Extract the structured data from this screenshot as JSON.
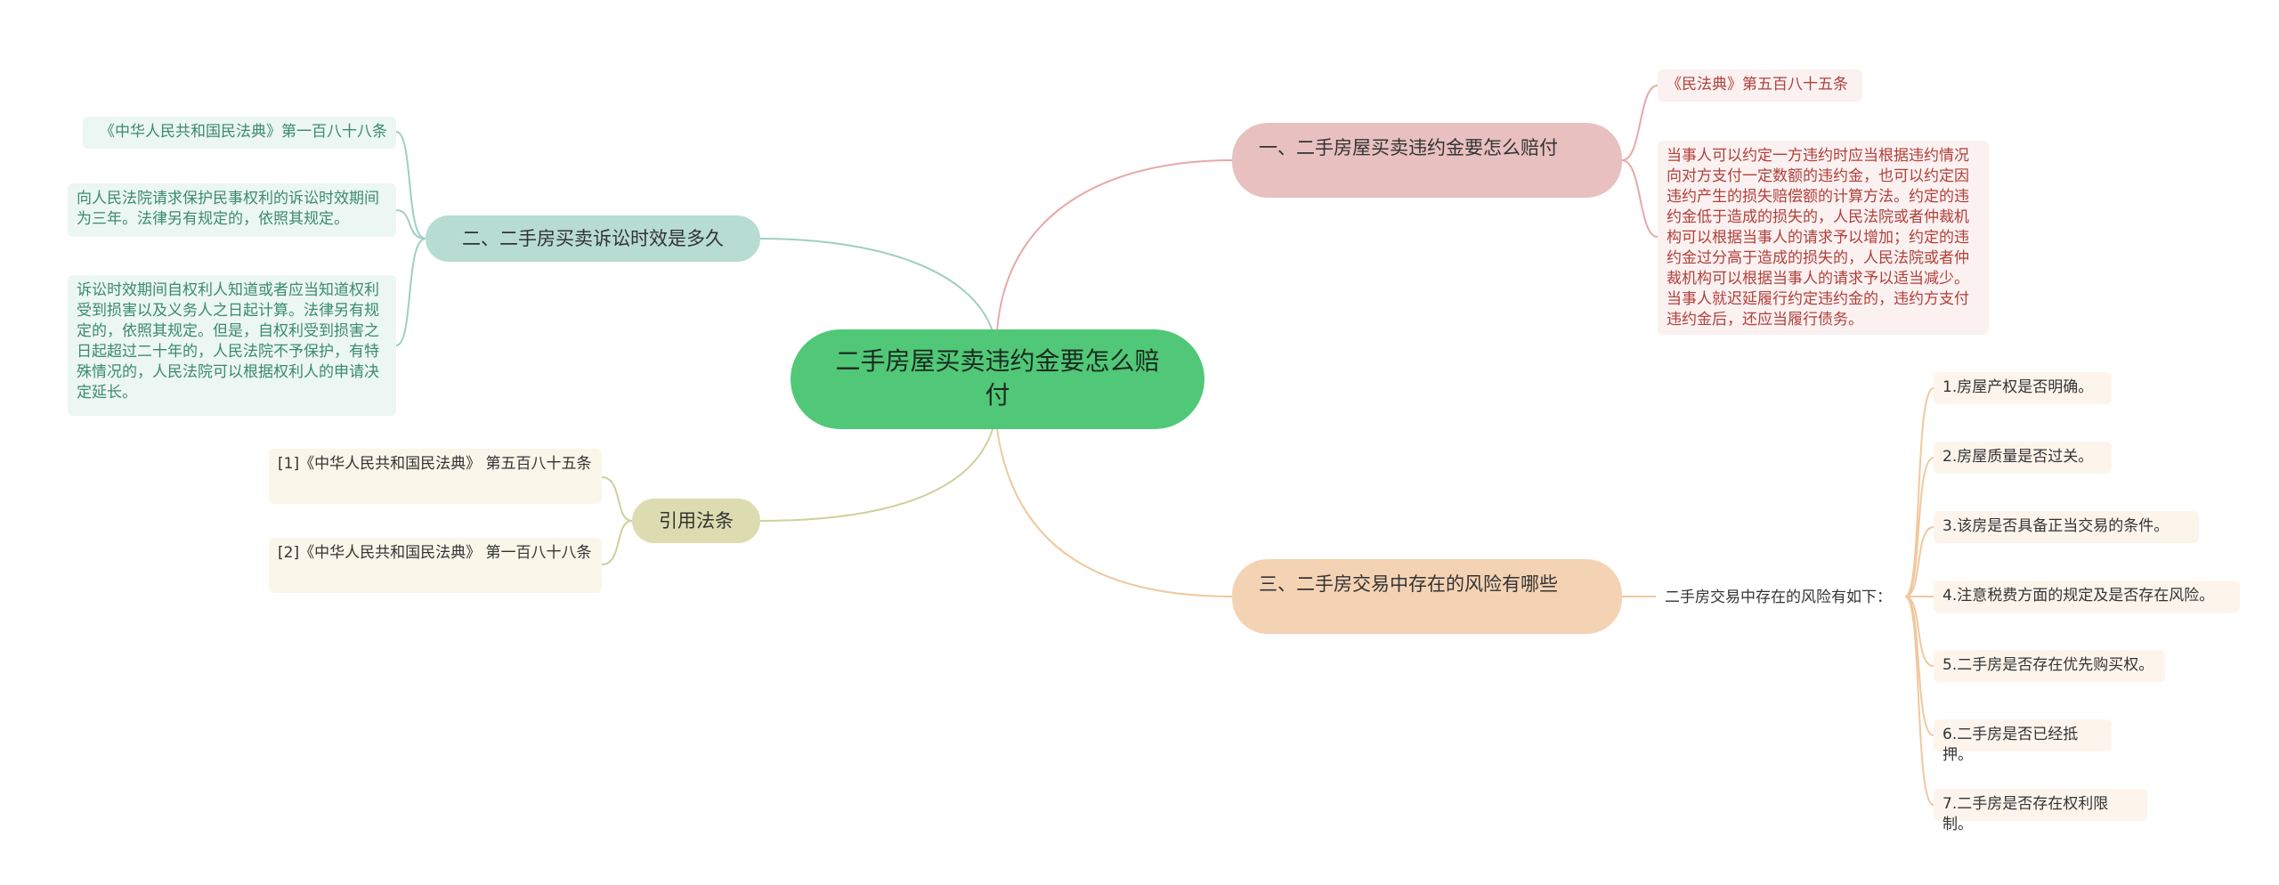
{
  "root": {
    "title": "二手房屋买卖违约金要怎么赔付"
  },
  "branch1": {
    "title": "一、二手房屋买卖违约金要怎么赔付",
    "leaves": [
      "《民法典》第五百八十五条",
      "当事人可以约定一方违约时应当根据违约情况向对方支付一定数额的违约金，也可以约定因违约产生的损失赔偿额的计算方法。约定的违约金低于造成的损失的，人民法院或者仲裁机构可以根据当事人的请求予以增加；约定的违约金过分高于造成的损失的，人民法院或者仲裁机构可以根据当事人的请求予以适当减少。当事人就迟延履行约定违约金的，违约方支付违约金后，还应当履行债务。"
    ]
  },
  "branch2": {
    "title": "二、二手房买卖诉讼时效是多久",
    "leaves": [
      "《中华人民共和国民法典》第一百八十八条",
      "向人民法院请求保护民事权利的诉讼时效期间为三年。法律另有规定的，依照其规定。",
      "诉讼时效期间自权利人知道或者应当知道权利受到损害以及义务人之日起计算。法律另有规定的，依照其规定。但是，自权利受到损害之日起超过二十年的，人民法院不予保护，有特殊情况的，人民法院可以根据权利人的申请决定延长。"
    ]
  },
  "branch3": {
    "title": "三、二手房交易中存在的风险有哪些",
    "sub": "二手房交易中存在的风险有如下：",
    "items": [
      "1.房屋产权是否明确。",
      "2.房屋质量是否过关。",
      "3.该房是否具备正当交易的条件。",
      "4.注意税费方面的规定及是否存在风险。",
      "5.二手房是否存在优先购买权。",
      "6.二手房是否已经抵押。",
      "7.二手房是否存在权利限制。"
    ]
  },
  "branch4": {
    "title": "引用法条",
    "leaves": [
      "[1]《中华人民共和国民法典》 第五百八十五条",
      "[2]《中华人民共和国民法典》 第一百八十八条"
    ]
  },
  "colors": {
    "root": "#50c878",
    "branch1": "#e8c0c0",
    "branch2": "#b7dcd2",
    "branch3": "#f4d3b4",
    "branch4": "#dcdcb0"
  }
}
